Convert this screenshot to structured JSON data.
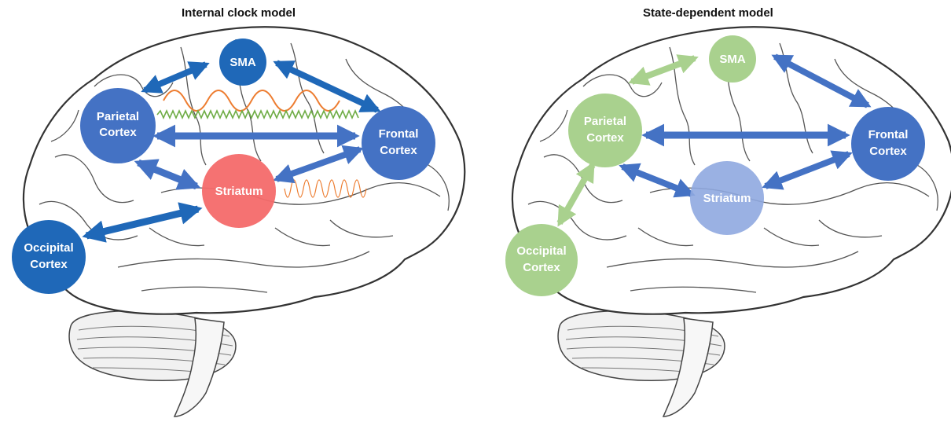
{
  "panels": {
    "left": {
      "title": "Internal clock model",
      "nodes": {
        "sma": "SMA",
        "parietal_1": "Parietal",
        "parietal_2": "Cortex",
        "frontal_1": "Frontal",
        "frontal_2": "Cortex",
        "striatum": "Striatum",
        "occipital_1": "Occipital",
        "occipital_2": "Cortex"
      }
    },
    "right": {
      "title": "State-dependent model",
      "nodes": {
        "sma": "SMA",
        "parietal_1": "Parietal",
        "parietal_2": "Cortex",
        "frontal_1": "Frontal",
        "frontal_2": "Cortex",
        "striatum": "Striatum",
        "occipital_1": "Occipital",
        "occipital_2": "Cortex"
      }
    }
  },
  "colors": {
    "dark_blue": "#1f68b8",
    "mid_blue": "#4472c4",
    "light_blue": "#8fa9e0",
    "red": "#f46a6a",
    "green": "#a9d18e",
    "orange_wave": "#ed7d31",
    "green_wave": "#70ad47"
  }
}
